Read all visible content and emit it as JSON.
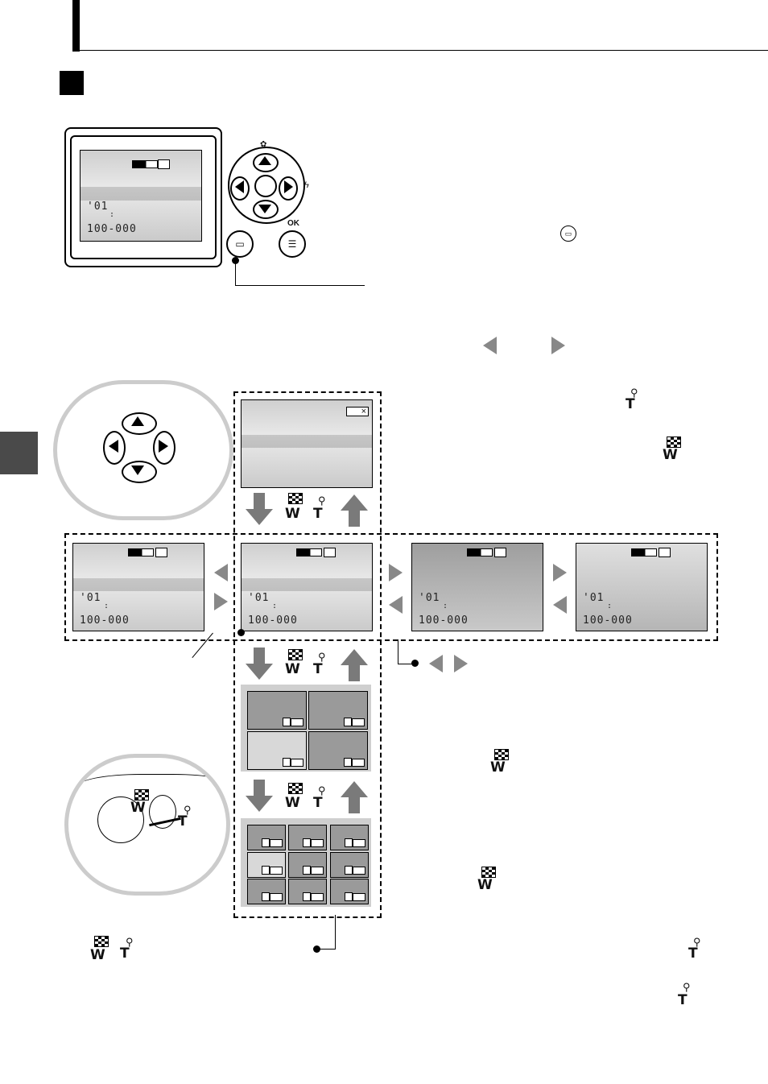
{
  "header": {
    "section_marker": ""
  },
  "lcd_display": {
    "frame_number": "'01",
    "colon": ":",
    "file_number": "100-000"
  },
  "control_pad": {
    "ok_label": "OK"
  },
  "playback_lcd": {
    "close_glyph": "×"
  },
  "zoom_lever": {
    "wide_label": "W",
    "tele_label": "T"
  },
  "thumbnails": [
    {
      "frame_number": "'01",
      "colon": ":",
      "file_number": "100-000"
    },
    {
      "frame_number": "'01",
      "colon": ":",
      "file_number": "100-000"
    },
    {
      "frame_number": "'01",
      "colon": ":",
      "file_number": "100-000"
    },
    {
      "frame_number": "'01",
      "colon": ":",
      "file_number": "100-000"
    }
  ],
  "labels": {
    "W": "W",
    "T": "T"
  },
  "colors": {
    "arrow_gray": "#7a7a7a",
    "tri_gray": "#888888",
    "panel_gray": "#cfcfcf"
  }
}
